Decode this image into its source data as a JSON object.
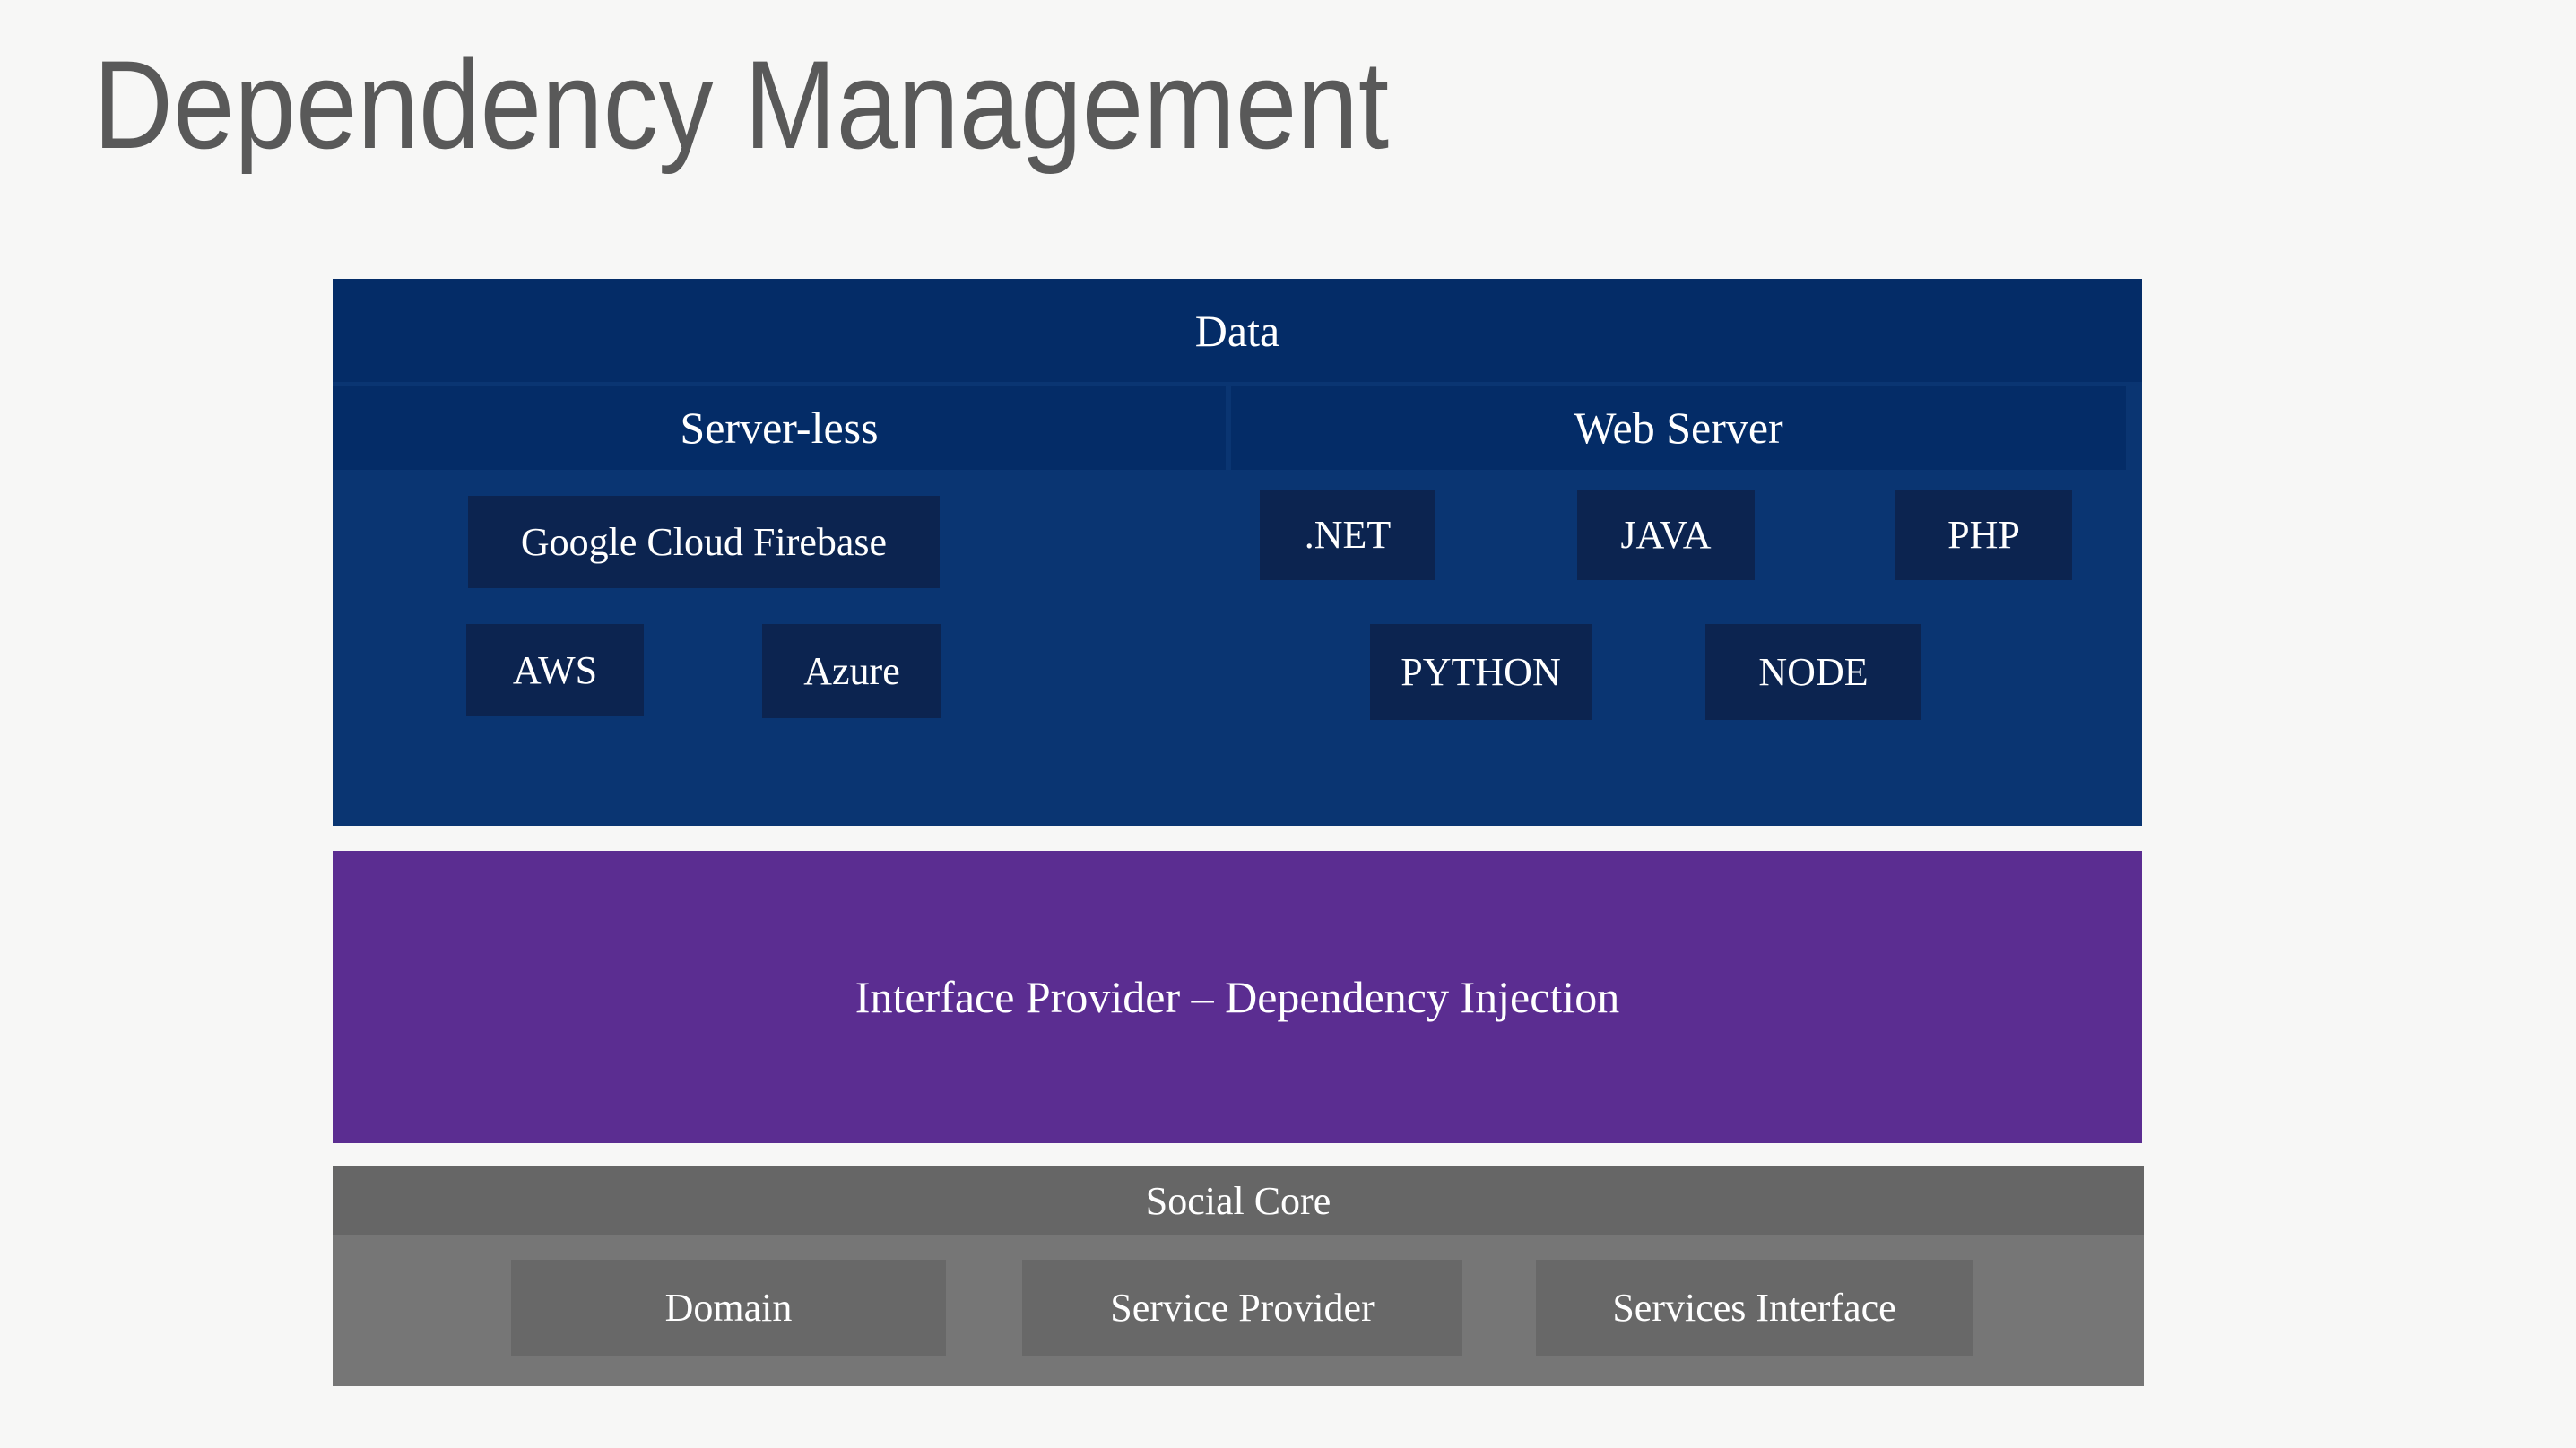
{
  "title": "Dependency Management",
  "colors": {
    "background": "#f7f7f6",
    "title_text": "#595959",
    "data_layer_body": "#0a3572",
    "data_layer_header": "#042c67",
    "data_layer_chip": "#0c2450",
    "injection_layer": "#5b2d91",
    "social_layer_body": "#767676",
    "social_layer_header": "#666666",
    "social_layer_chip": "#686868",
    "label_text": "#ffffff"
  },
  "data_layer": {
    "label": "Data",
    "sections": [
      {
        "label": "Server-less",
        "items": [
          "Google Cloud Firebase",
          "AWS",
          "Azure"
        ]
      },
      {
        "label": "Web Server",
        "items": [
          ".NET",
          "JAVA",
          "PHP",
          "PYTHON",
          "NODE"
        ]
      }
    ]
  },
  "injection_layer": {
    "label": "Interface Provider – Dependency Injection"
  },
  "social_layer": {
    "label": "Social Core",
    "items": [
      "Domain",
      "Service Provider",
      "Services Interface"
    ]
  }
}
